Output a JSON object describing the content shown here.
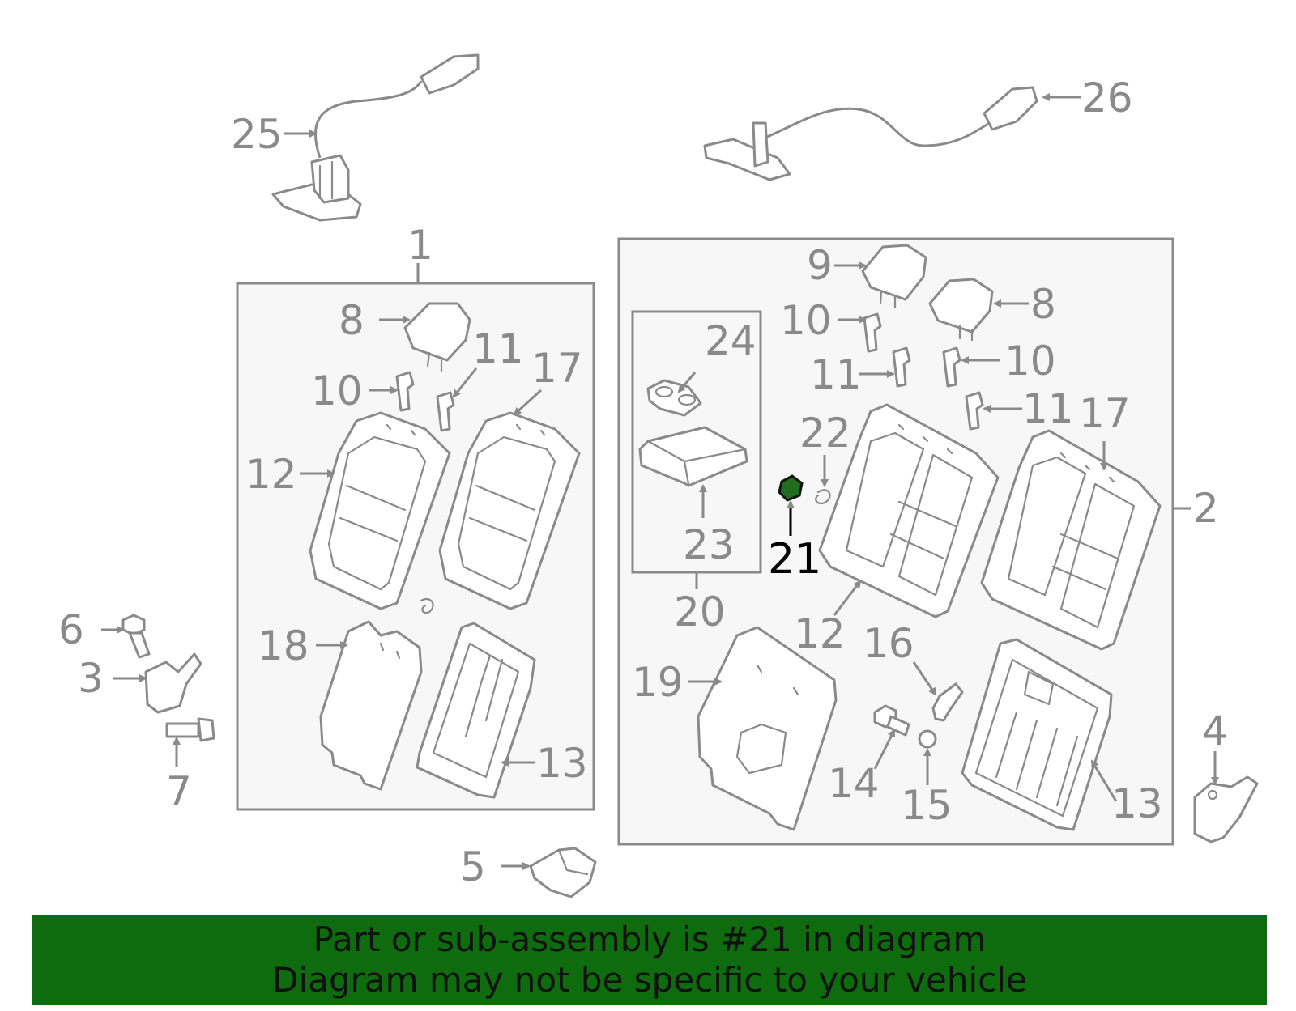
{
  "diagram": {
    "callouts": {
      "c25": "25",
      "c26": "26",
      "c1": "1",
      "c2": "2",
      "c8a": "8",
      "c8b": "8",
      "c9": "9",
      "c10a": "10",
      "c10b": "10",
      "c10c": "10",
      "c11a": "11",
      "c11b": "11",
      "c11c": "11",
      "c17a": "17",
      "c17b": "17",
      "c12a": "12",
      "c12b": "12",
      "c24": "24",
      "c23": "23",
      "c20": "20",
      "c22": "22",
      "c21": "21",
      "c6": "6",
      "c3": "3",
      "c7": "7",
      "c18": "18",
      "c19": "19",
      "c13a": "13",
      "c13b": "13",
      "c16": "16",
      "c14": "14",
      "c15": "15",
      "c4": "4",
      "c5": "5"
    },
    "highlighted_part": "21",
    "highlight_color": "#1f6e1f",
    "line_color": "#8a8a8a"
  },
  "banner": {
    "line1": "Part or sub-assembly is #21 in diagram",
    "line2": "Diagram may not be specific to your vehicle",
    "background": "#0e6b0e"
  }
}
